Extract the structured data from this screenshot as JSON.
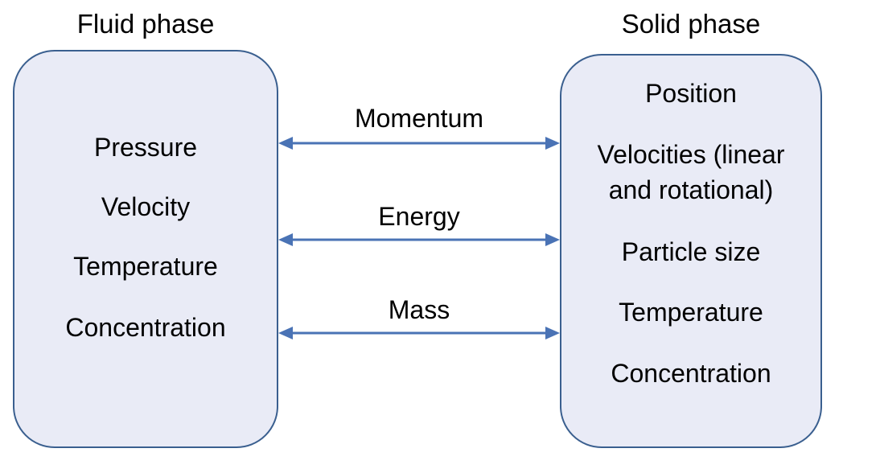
{
  "fluid": {
    "title": "Fluid phase",
    "items": [
      "Pressure",
      "Velocity",
      "Temperature",
      "Concentration"
    ]
  },
  "solid": {
    "title": "Solid phase",
    "items": [
      "Position",
      "Velocities (linear",
      "and rotational)",
      "Particle size",
      "Temperature",
      "Concentration"
    ]
  },
  "exchanges": [
    "Momentum",
    "Energy",
    "Mass"
  ],
  "colors": {
    "box_fill": "#e9ebf6",
    "box_border": "#3a5f8f",
    "arrow": "#4a73b5"
  }
}
